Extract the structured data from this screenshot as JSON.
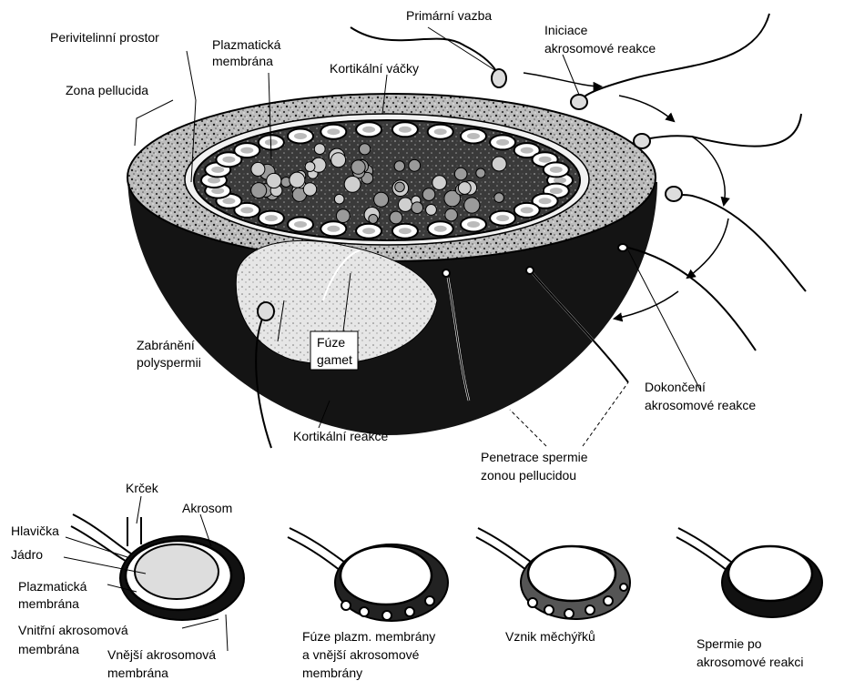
{
  "top_labels": {
    "perivitelline": "Perivitelinní prostor",
    "plasma_membrane_1": "Plazmatická",
    "plasma_membrane_2": "membrána",
    "zona": "Zona pellucida",
    "cortical_vesicles": "Kortikální váčky",
    "primary_binding": "Primární vazba",
    "initiation_1": "Iniciace",
    "initiation_2": "akrosomové reakce",
    "prevent_1": "Zabránění",
    "prevent_2": "polyspermii",
    "fusion_1": "Fúze",
    "fusion_2": "gamet",
    "completion_1": "Dokončení",
    "completion_2": "akrosomové reakce",
    "cortical_reaction": "Kortikální reakce",
    "penetration_1": "Penetrace spermie",
    "penetration_2": "zonou pellucidou"
  },
  "bottom_labels": {
    "neck": "Krček",
    "acrosome": "Akrosom",
    "head": "Hlavička",
    "nucleus": "Jádro",
    "pm_1": "Plazmatická",
    "pm_2": "membrána",
    "inner_1": "Vnitřní akrosomová",
    "inner_2": "membrána",
    "outer_1": "Vnější akrosomová",
    "outer_2": "membrána",
    "fusion_cap_1": "Fúze plazm. membrány",
    "fusion_cap_2": "a vnější akrosomové",
    "fusion_cap_3": "membrány",
    "vesicles_cap": "Vznik měchýřků",
    "after_cap_1": "Spermie po",
    "after_cap_2": "akrosomové reakci"
  }
}
